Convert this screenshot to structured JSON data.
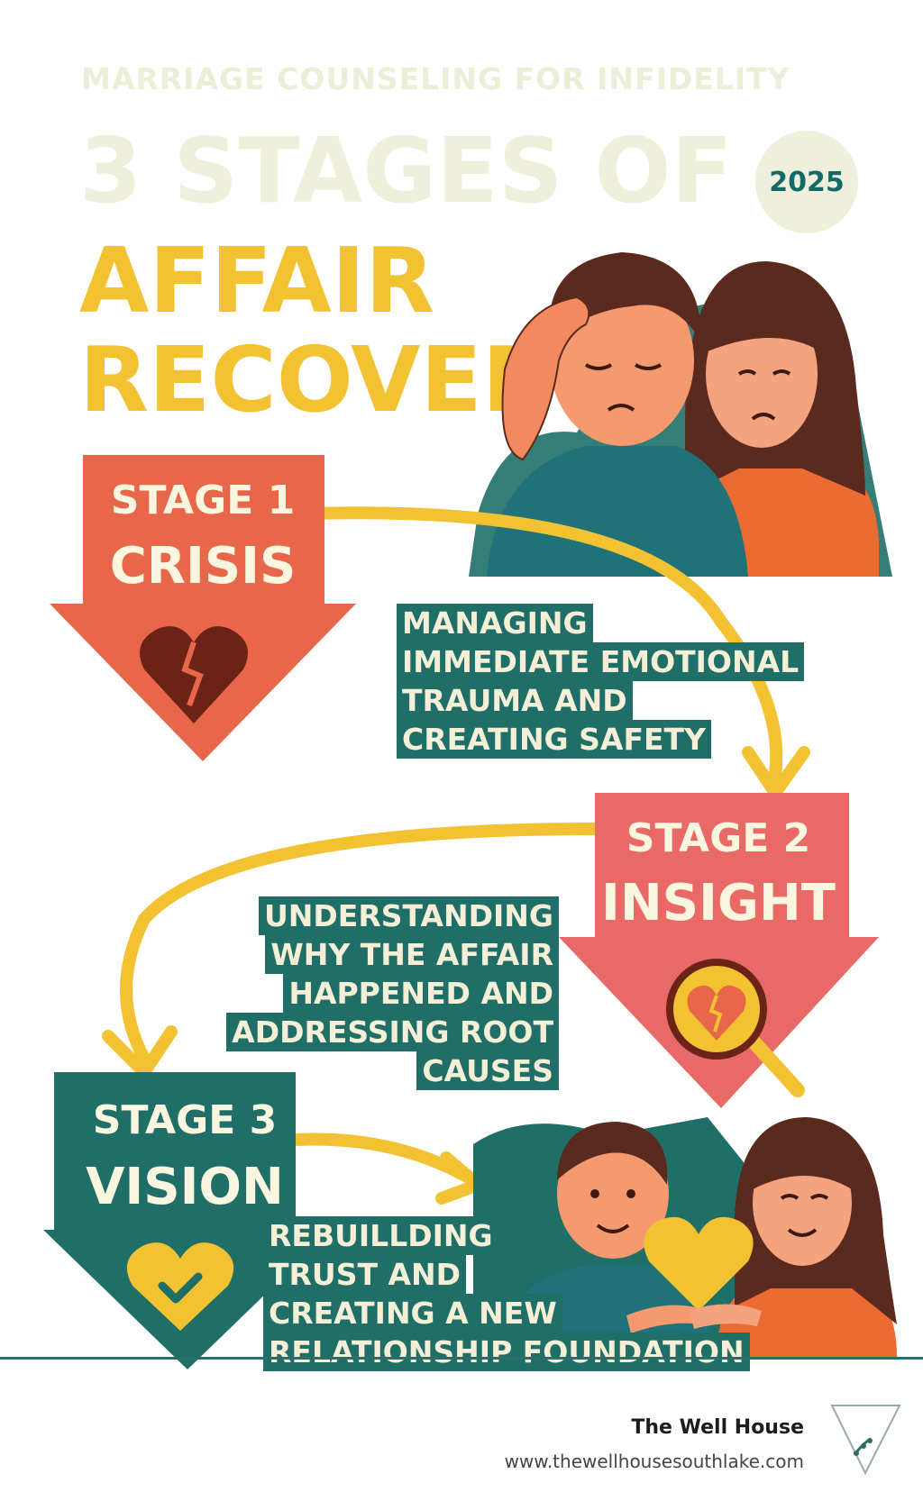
{
  "header": {
    "kicker": "MARRIAGE COUNSELING FOR INFIDELITY",
    "title_line1": "3 STAGES OF",
    "title_line2": "AFFAIR",
    "title_line3": "RECOVERY",
    "year_badge": "2025"
  },
  "stages": [
    {
      "label": "STAGE 1",
      "name": "CRISIS",
      "icon": "broken-heart-icon",
      "color": "#e8674a",
      "description_lines": [
        "MANAGING",
        "IMMEDIATE EMOTIONAL",
        "TRAUMA AND",
        "CREATING SAFETY"
      ]
    },
    {
      "label": "STAGE 2",
      "name": "INSIGHT",
      "icon": "magnifier-broken-heart-icon",
      "color": "#e86965",
      "description_lines": [
        "UNDERSTANDING",
        "WHY THE AFFAIR",
        "HAPPENED AND",
        "ADDRESSING ROOT",
        "CAUSES"
      ]
    },
    {
      "label": "STAGE 3",
      "name": "VISION",
      "icon": "heart-check-icon",
      "color": "#1f6f68",
      "description_lines": [
        "REBUILLDING",
        "TRUST AND",
        "CREATING A NEW",
        "RELATIONSHIP FOUNDATION"
      ]
    }
  ],
  "footer": {
    "brand": "The Well House",
    "url": "www.thewellhousesouthlake.com"
  },
  "colors": {
    "accent_yellow": "#f2c232",
    "teal": "#1f6f68",
    "coral": "#e8674a",
    "cream": "#f4efd6"
  }
}
